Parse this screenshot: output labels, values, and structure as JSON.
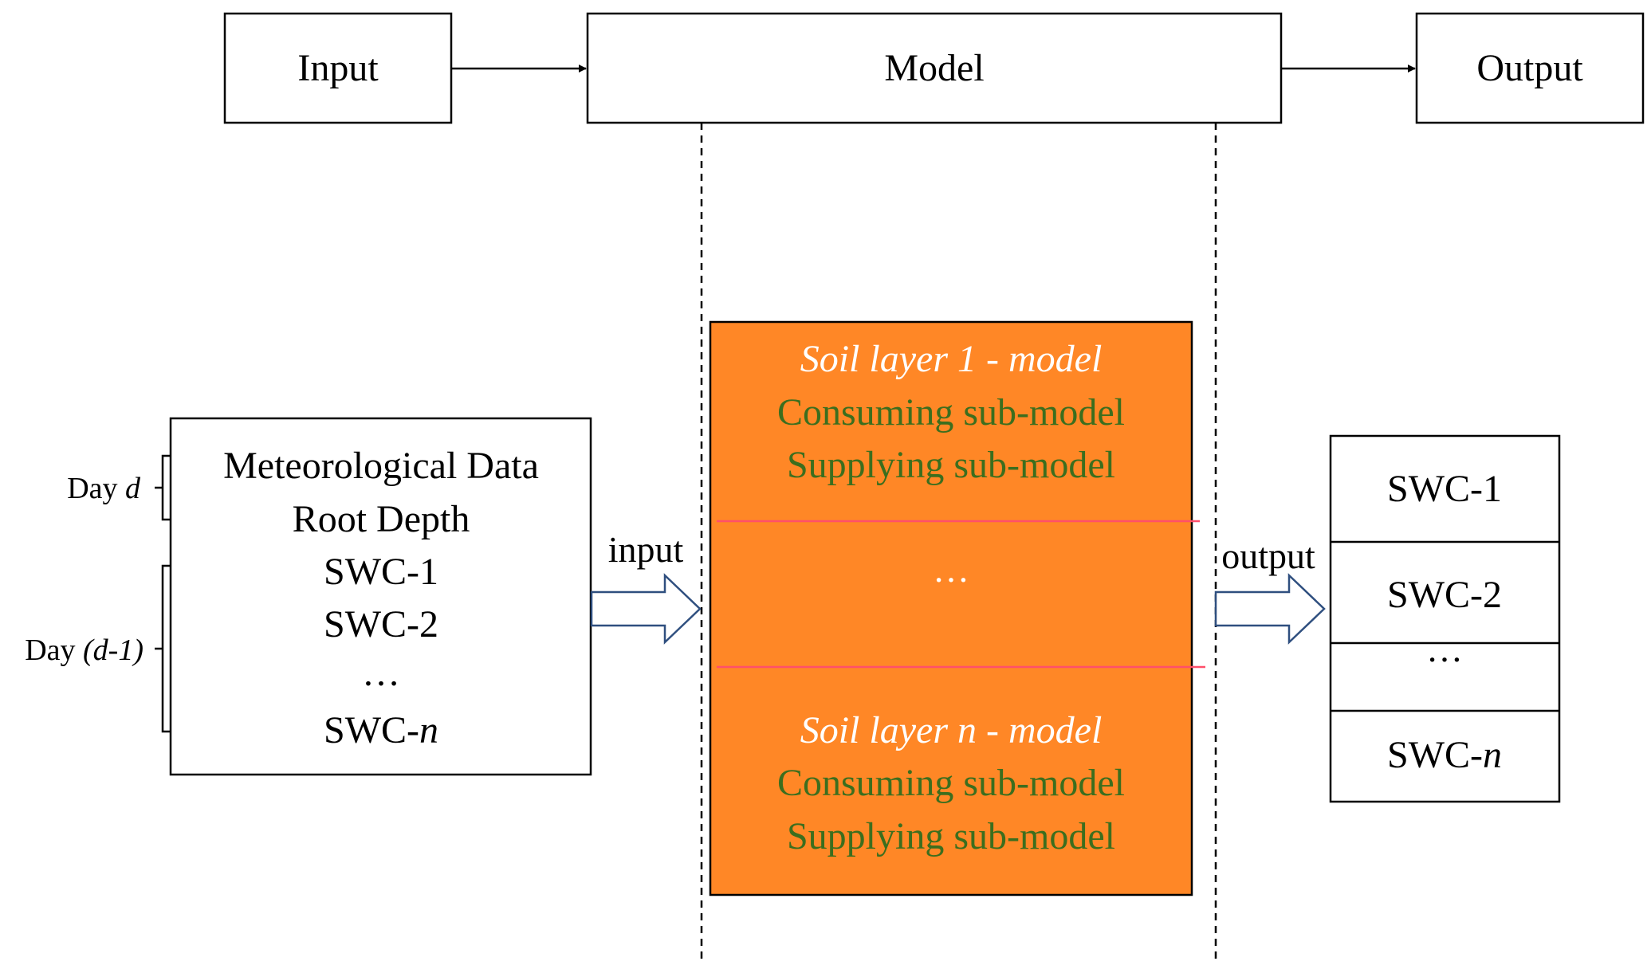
{
  "top_row": {
    "input_label": "Input",
    "model_label": "Model",
    "output_label": "Output"
  },
  "day_labels": {
    "day_d_prefix": "Day ",
    "day_d_var": "d",
    "day_d1_prefix": "Day ",
    "day_d1_var": "(d-1)"
  },
  "input_box": {
    "line1": "Meteorological Data",
    "line2": "Root Depth",
    "line3": "SWC-1",
    "line4": "SWC-2",
    "line5": "…",
    "line6_prefix": "SWC-",
    "line6_var": "n"
  },
  "arrow_labels": {
    "input": "input",
    "output": "output"
  },
  "model_box": {
    "layer1_title": "Soil layer 1 - model",
    "layer1_consuming": "Consuming sub-model",
    "layer1_supplying": "Supplying sub-model",
    "middle": "…",
    "layern_title": "Soil layer n - model",
    "layern_consuming": "Consuming sub-model",
    "layern_supplying": "Supplying sub-model"
  },
  "output_box": {
    "cell1": "SWC-1",
    "cell2": "SWC-2",
    "cell3": "…",
    "cell4_prefix": "SWC-",
    "cell4_var": "n"
  },
  "colors": {
    "model_fill": "#ff8726",
    "sub_model_text": "#3c6e1e",
    "layer_title_text": "#ffffff",
    "separator": "#ff4f6a",
    "hollow_arrow_stroke": "#2f4f7f"
  }
}
